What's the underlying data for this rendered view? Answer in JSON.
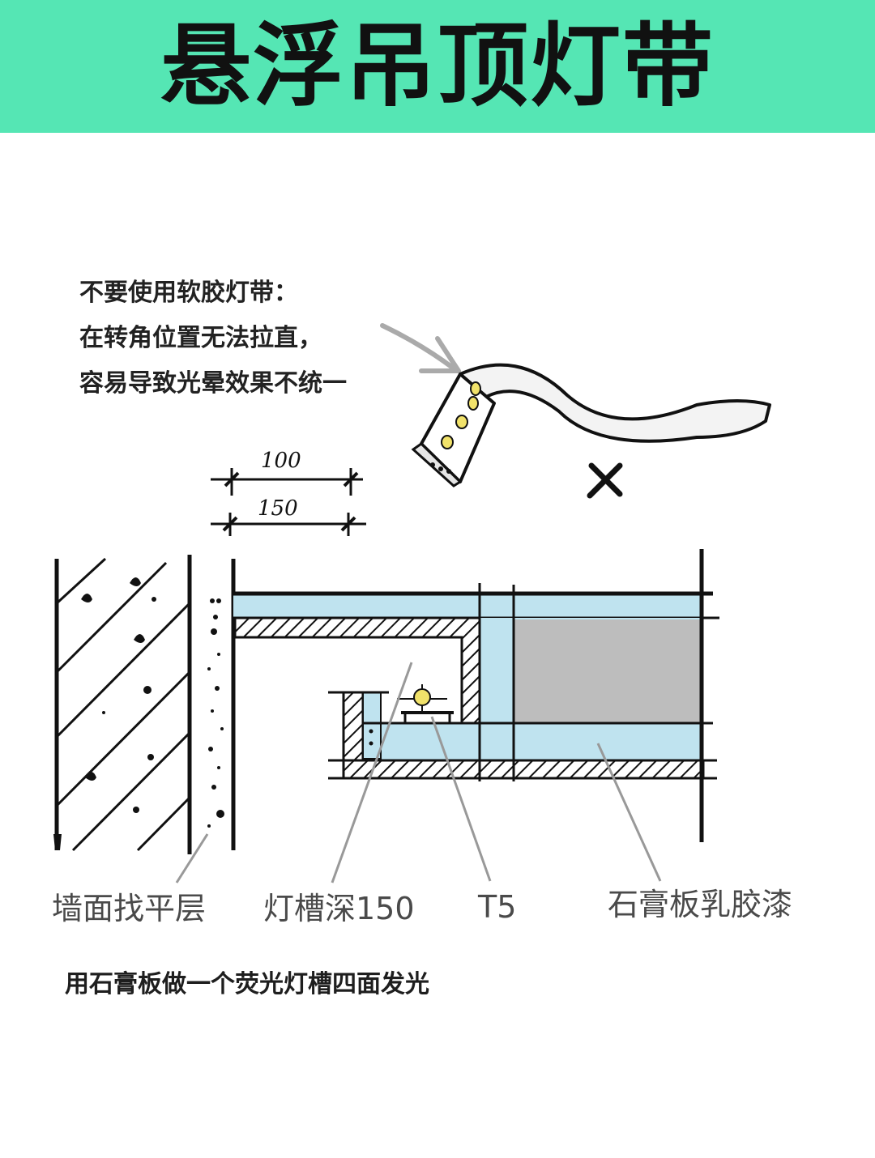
{
  "header": {
    "title": "悬浮吊顶灯带",
    "bg_color": "#55e6b4"
  },
  "note": {
    "lines": [
      "不要使用软胶灯带：",
      "在转角位置无法拉直，",
      "容易导致光晕效果不统一"
    ]
  },
  "dimensions": {
    "inner": "100",
    "outer": "150"
  },
  "labels": {
    "wall_leveling": "墙面找平层",
    "slot_depth": "灯槽深150",
    "t5": "T5",
    "gypsum": "石膏板乳胶漆"
  },
  "caption": "用石膏板做一个荧光灯槽四面发光",
  "colors": {
    "panel_fill": "#bfe3ef",
    "ceiling_gray": "#bdbdbd",
    "line": "#111111"
  }
}
